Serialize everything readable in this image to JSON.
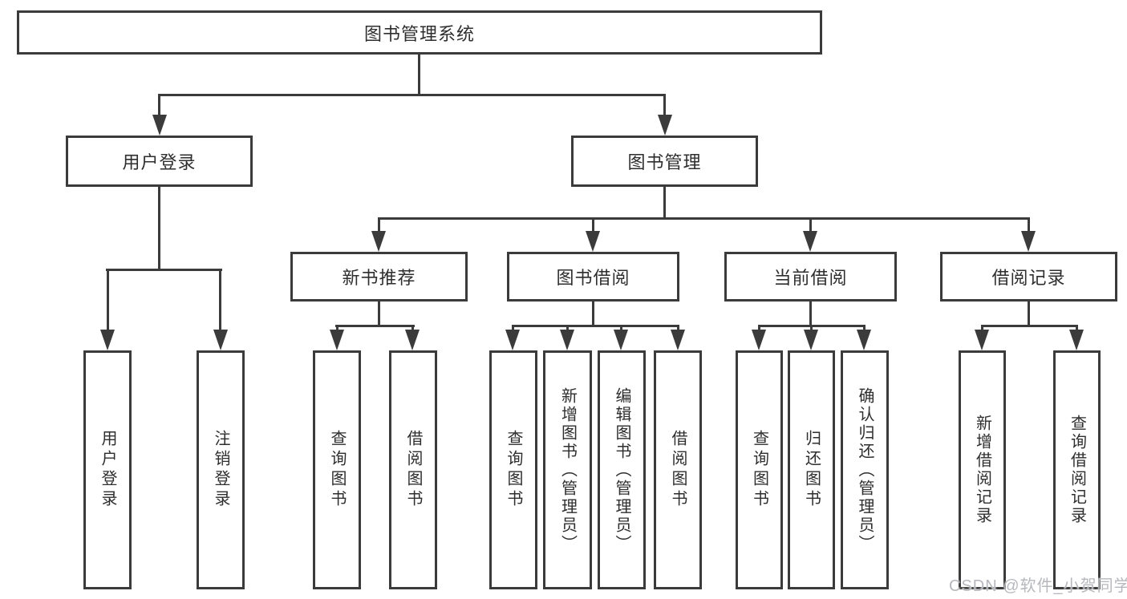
{
  "diagram": {
    "title": "图书管理系统",
    "branches": [
      {
        "label": "用户登录",
        "children": [
          "用户登录",
          "注销登录"
        ]
      },
      {
        "label": "图书管理",
        "groups": [
          {
            "label": "新书推荐",
            "children": [
              "查询图书",
              "借阅图书"
            ]
          },
          {
            "label": "图书借阅",
            "children": [
              "查询图书",
              "新增图书（管理员）",
              "编辑图书（管理员）",
              "借阅图书"
            ]
          },
          {
            "label": "当前借阅",
            "children": [
              "查询图书",
              "归还图书",
              "确认归还（管理员）"
            ]
          },
          {
            "label": "借阅记录",
            "children": [
              "新增借阅记录",
              "查询借阅记录"
            ]
          }
        ]
      }
    ]
  },
  "watermark": "CSDN @软件_小贺同学",
  "colors": {
    "line": "#3b3b3b",
    "text": "#2e2e2e",
    "watermark": "#b7b8bd",
    "background": "#ffffff"
  }
}
